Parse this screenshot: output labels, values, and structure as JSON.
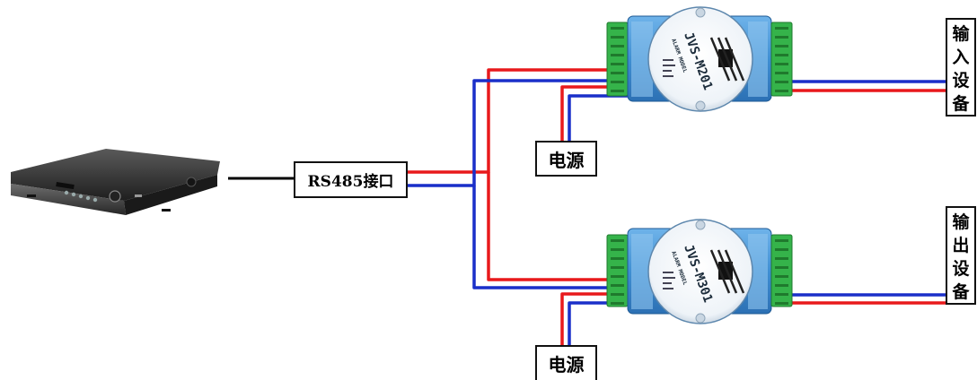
{
  "labels": {
    "rs485": "RS485接口",
    "power_top": "电源",
    "power_bottom": "电源",
    "input_device": [
      "输",
      "入",
      "设",
      "备"
    ],
    "output_device": [
      "输",
      "出",
      "设",
      "备"
    ]
  },
  "modules": {
    "top": {
      "model": "JVS-M201",
      "sub": "ALARM MODEL"
    },
    "bottom": {
      "model": "JVS-M301",
      "sub": "ALARM MODEL"
    }
  },
  "colors": {
    "wire_red": "#e8191c",
    "wire_blue": "#1a2fc9",
    "module_blue": "#3f8fd2",
    "terminal_green": "#35b34a",
    "dvr_body": "#2a2a2a"
  }
}
